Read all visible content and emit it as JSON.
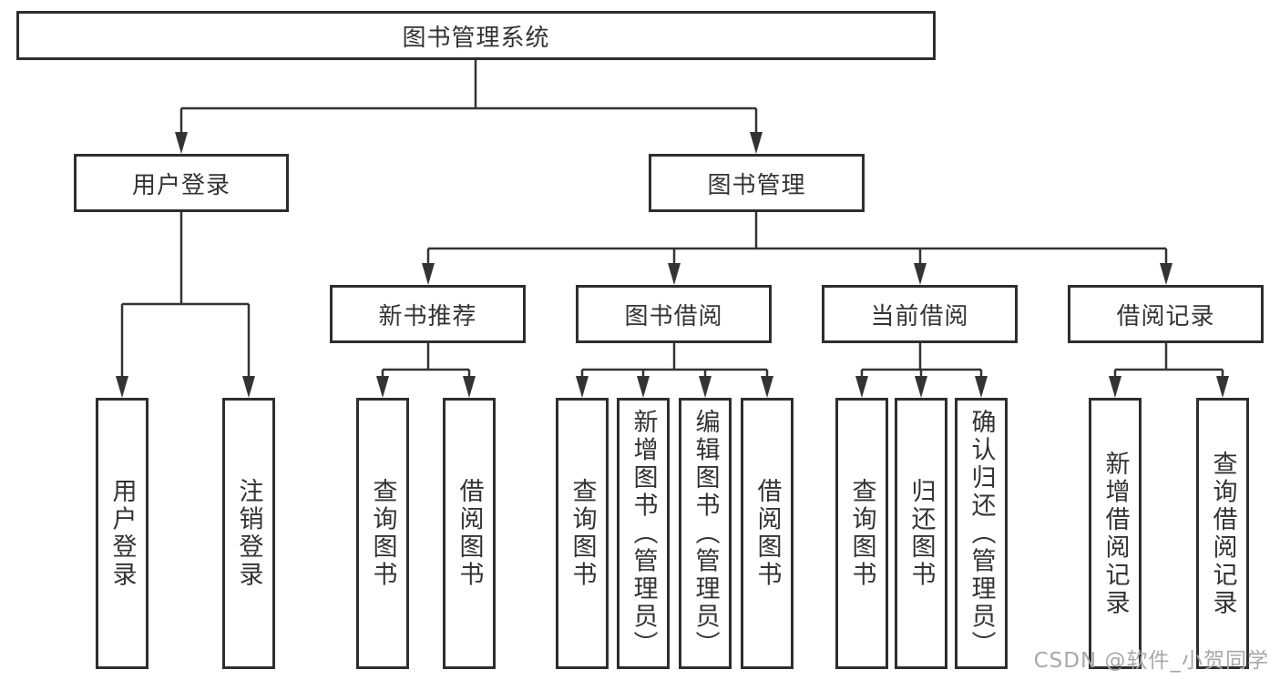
{
  "page": {
    "background": "#ffffff"
  },
  "colors": {
    "line": "#333333",
    "box_border": "#2e2e2e",
    "box_fill": "#ffffff",
    "text": "#333333",
    "watermark": "#a8a8a8"
  },
  "watermark": {
    "text": "CSDN @软件_小贺同学"
  },
  "diagram": {
    "type": "hierarchy-tree",
    "root": {
      "label": "图书管理系统",
      "children": [
        {
          "label": "用户登录",
          "children": [
            {
              "label": "用户登录"
            },
            {
              "label": "注销登录"
            }
          ]
        },
        {
          "label": "图书管理",
          "children": [
            {
              "label": "新书推荐",
              "children": [
                {
                  "label": "查询图书"
                },
                {
                  "label": "借阅图书"
                }
              ]
            },
            {
              "label": "图书借阅",
              "children": [
                {
                  "label": "查询图书"
                },
                {
                  "label": "新增图书（管理员）"
                },
                {
                  "label": "编辑图书（管理员）"
                },
                {
                  "label": "借阅图书"
                }
              ]
            },
            {
              "label": "当前借阅",
              "children": [
                {
                  "label": "查询图书"
                },
                {
                  "label": "归还图书"
                },
                {
                  "label": "确认归还（管理员）"
                }
              ]
            },
            {
              "label": "借阅记录",
              "children": [
                {
                  "label": "新增借阅记录"
                },
                {
                  "label": "查询借阅记录"
                }
              ]
            }
          ]
        }
      ]
    }
  }
}
